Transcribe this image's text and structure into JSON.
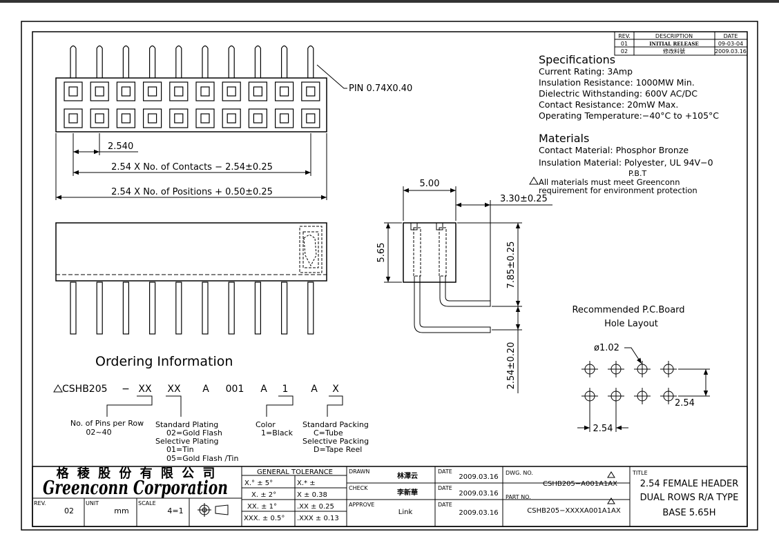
{
  "revision_table": {
    "headers": [
      "REV.",
      "DESCRIPTION",
      "DATE"
    ],
    "rows": [
      {
        "rev": "01",
        "description": "INITIAL RELEASE",
        "date": "09-03-04"
      },
      {
        "rev": "02",
        "description": "修改料號",
        "date": "2009.03.16"
      }
    ]
  },
  "specifications": {
    "heading": "Specifications",
    "lines": [
      "Current Rating:  3Amp",
      "Insulation Resistance:  1000MW Min.",
      "Dielectric Withstanding:  600V AC/DC",
      "Contact Resistance:  20mW Max.",
      "Operating Temperature:−40°C to +105°C"
    ]
  },
  "materials": {
    "heading": "Materials",
    "lines": [
      "Contact Material:  Phosphor Bronze",
      "Insulation Material:  Polyester, UL 94V−0"
    ],
    "pbt": "P.B.T",
    "note_line1": "All materials must meet Greenconn",
    "note_line2": "requirement for environment protection"
  },
  "dimensions": {
    "pin": "PIN 0.74X0.40",
    "pitch": "2.540",
    "contacts": "2.54 X No. of Contacts − 2.54±0.25",
    "positions": "2.54 X No. of Positions + 0.50±0.25",
    "width": "5.00",
    "offset": "3.30±0.25",
    "height": "5.65",
    "row_height": "7.85±0.25",
    "tail": "2.54±0.20"
  },
  "pcb_layout": {
    "title_line1": "Recommended P.C.Board",
    "title_line2": "Hole Layout",
    "hole": "ø1.02",
    "pitch_x": "2.54",
    "pitch_y": "2.54"
  },
  "ordering": {
    "heading": "Ordering Information",
    "part": "CSHB205",
    "dash": "−",
    "codes": [
      "XX",
      "XX",
      "A",
      "001",
      "A",
      "1",
      "A",
      "X"
    ],
    "pins_label": "No. of Pins per Row",
    "pins_range": "02~40",
    "plating": [
      "Standard Plating",
      "02=Gold Flash",
      "Selective Plating",
      "01=Tin",
      "05=Gold Flash /Tin"
    ],
    "color": [
      "Color",
      "1=Black"
    ],
    "packing": [
      "Standard Packing",
      "C=Tube",
      "Selective Packing",
      "D=Tape Reel"
    ]
  },
  "title_block": {
    "company_cn": "格 稜 股 份 有 限 公 司",
    "company_en": "Greenconn Corporation",
    "rev_label": "REV.",
    "rev": "02",
    "unit_label": "UNIT",
    "unit": "mm",
    "scale_label": "SCALE",
    "scale": "4=1",
    "tolerance_title": "GENERAL TOLERANCE",
    "tolerance": [
      [
        "X.° ± 5°",
        "X.* ±"
      ],
      [
        "X. ± 2°",
        "X  ± 0.38"
      ],
      [
        "XX. ± 1°",
        ".XX  ± 0.25"
      ],
      [
        "XXX. ± 0.5°",
        ".XXX ± 0.13"
      ]
    ],
    "drawn_label": "DRAWN",
    "drawn": "林澤云",
    "check_label": "CHECK",
    "check": "李新華",
    "approve_label": "APPROVE",
    "approve": "Link",
    "date_label": "DATE",
    "dates": [
      "2009.03.16",
      "2009.03.16",
      "2009.03.16"
    ],
    "dwg_label": "DWG. NO.",
    "dwg_no": "CSHB205−A001A1AX",
    "part_label": "PART NO.",
    "part_no": "CSHB205−XXXXA001A1AX",
    "title_label": "TITLE",
    "title_lines": [
      "2.54 FEMALE HEADER",
      "DUAL ROWS R/A TYPE",
      "BASE 5.65H"
    ]
  }
}
